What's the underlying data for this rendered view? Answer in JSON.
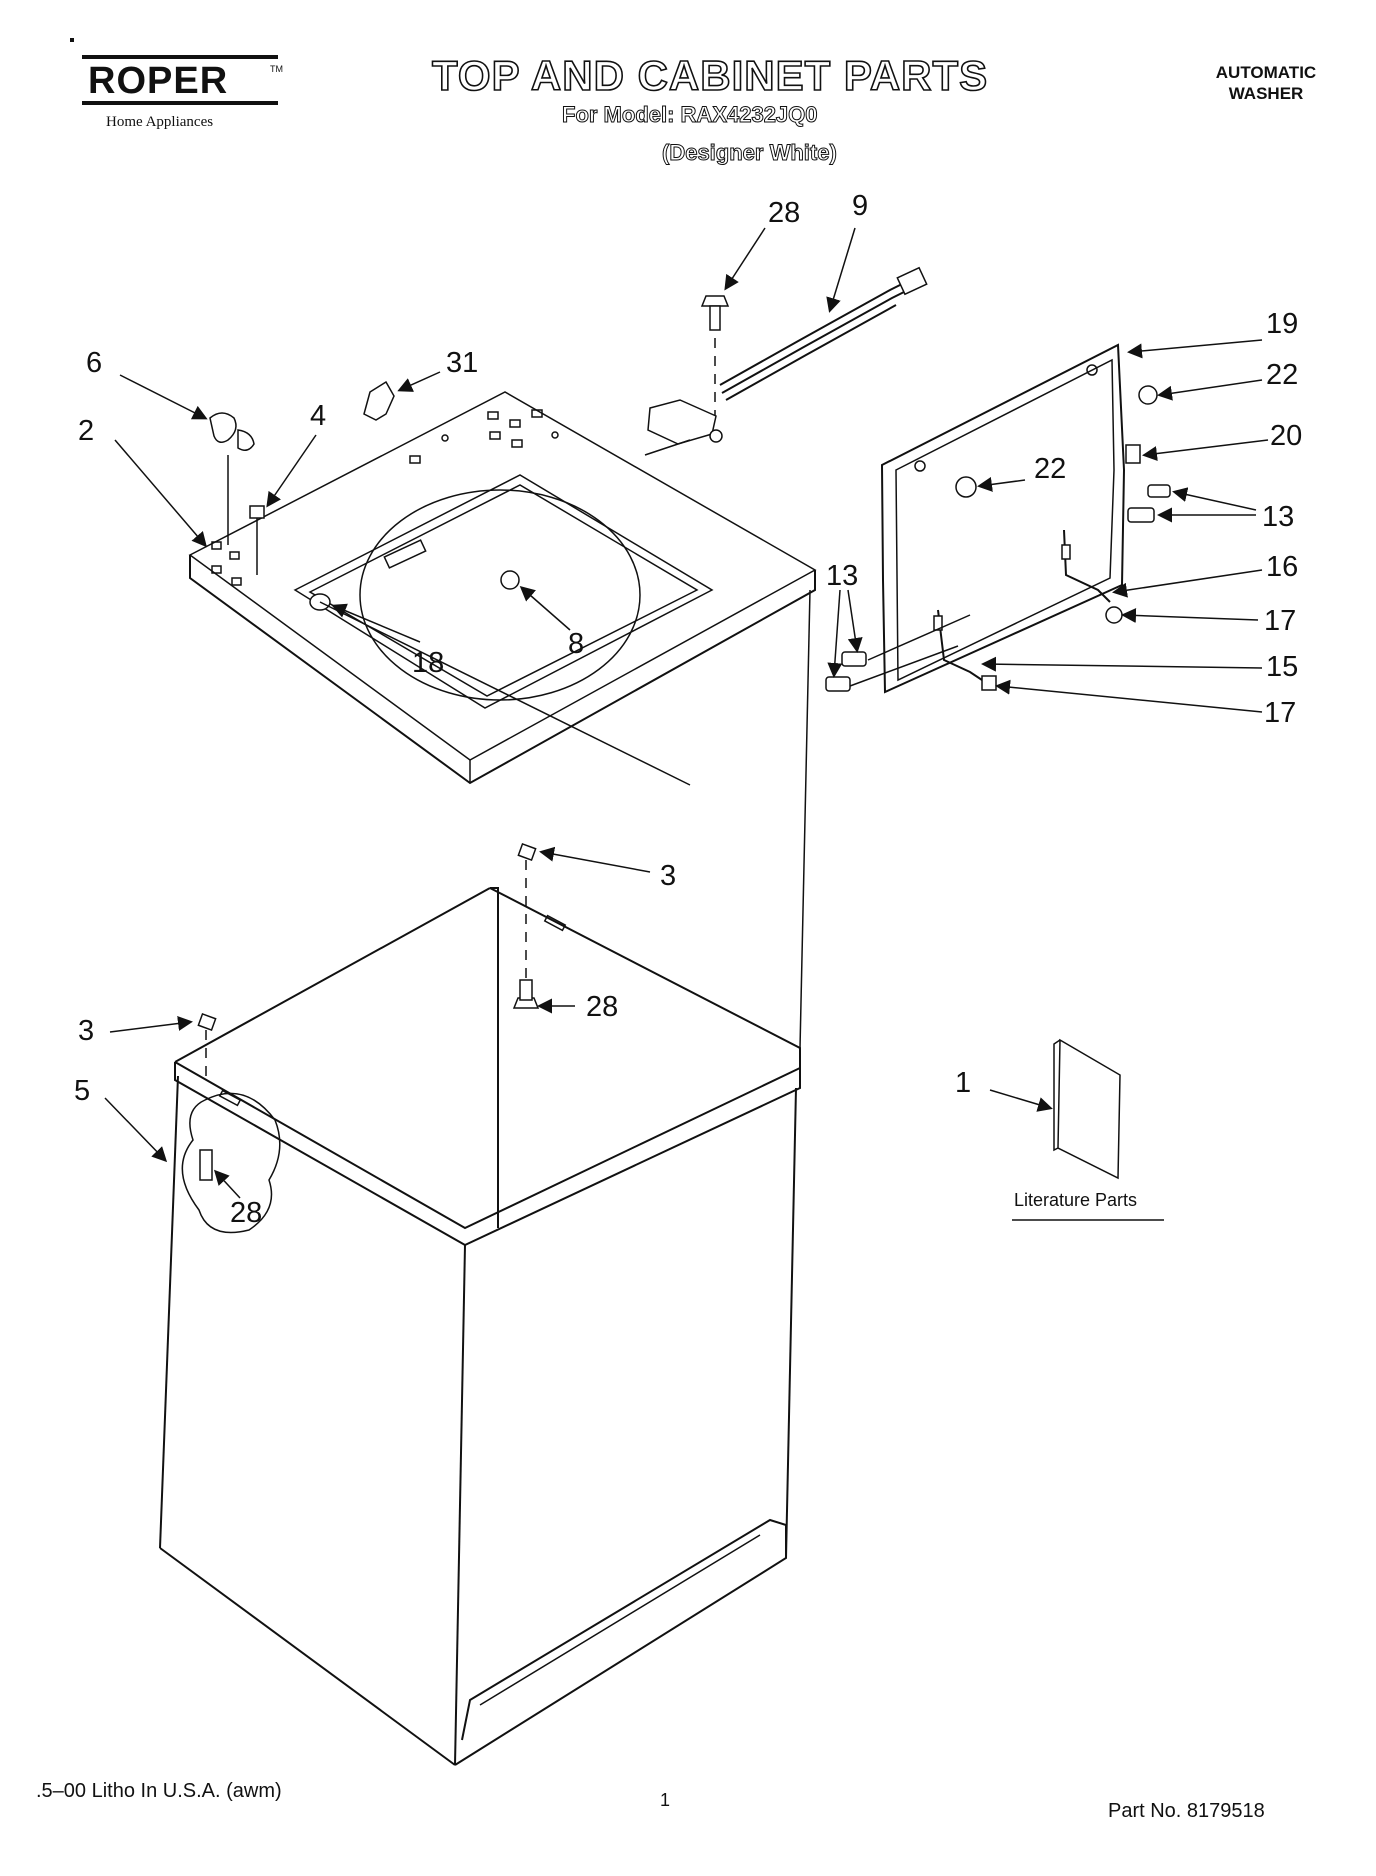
{
  "brand": {
    "name": "ROPER",
    "trademark": "TM",
    "subtitle": "Home Appliances"
  },
  "title": "TOP AND CABINET PARTS",
  "model_line": "For Model: RAX4232JQ0",
  "edition": "(Designer White)",
  "product_type": [
    "AUTOMATIC",
    "WASHER"
  ],
  "callouts": [
    "28",
    "9",
    "6",
    "31",
    "19",
    "22",
    "2",
    "4",
    "20",
    "22",
    "13",
    "16",
    "13",
    "17",
    "8",
    "18",
    "15",
    "17",
    "3",
    "28",
    "3",
    "5",
    "28",
    "1"
  ],
  "literature_label": "Literature Parts",
  "footer": {
    "left": ".5–00 Litho In U.S.A. (awm)",
    "page_number": "1",
    "part_number": "Part No. 8179518"
  }
}
